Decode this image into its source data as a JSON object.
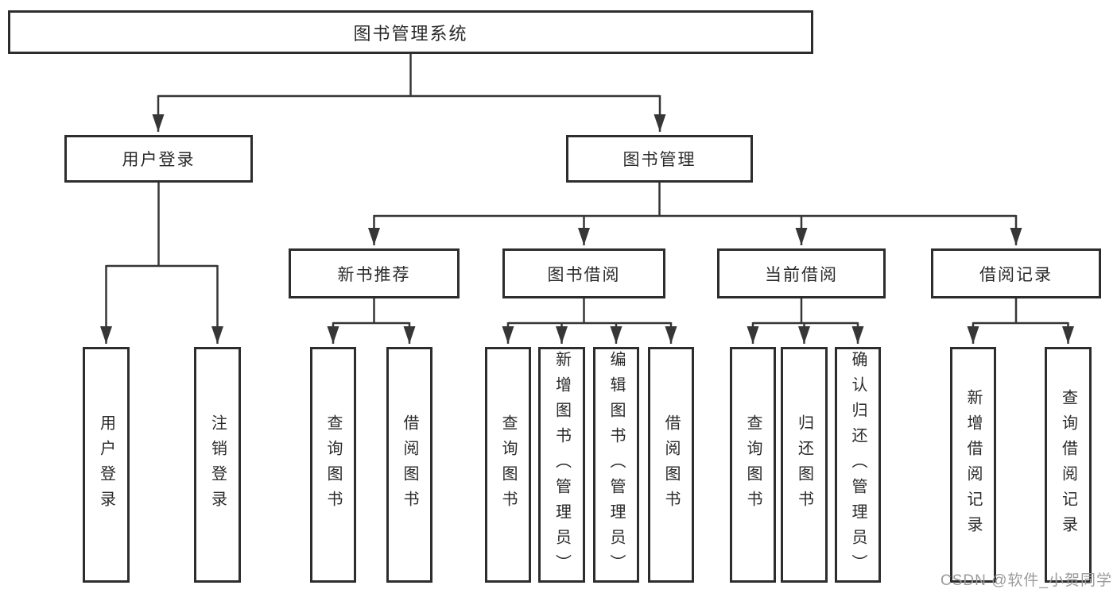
{
  "tree": {
    "root": {
      "label": "图书管理系统"
    },
    "level2": [
      {
        "label": "用户登录"
      },
      {
        "label": "图书管理"
      }
    ],
    "level3": [
      {
        "label": "新书推荐"
      },
      {
        "label": "图书借阅"
      },
      {
        "label": "当前借阅"
      },
      {
        "label": "借阅记录"
      }
    ],
    "leaves": {
      "user_login": [
        "用户登录",
        "注销登录"
      ],
      "new_book_recommend": [
        "查询图书",
        "借阅图书"
      ],
      "book_borrow": [
        "查询图书",
        "新增图书（管理员）",
        "编辑图书（管理员）",
        "借阅图书"
      ],
      "current_borrow": [
        "查询图书",
        "归还图书",
        "确认归还（管理员）"
      ],
      "borrow_record": [
        "新增借阅记录",
        "查询借阅记录"
      ]
    }
  },
  "watermark": "CSDN @软件_小贺同学",
  "colors": {
    "line": "#363636",
    "box_border": "#2d2d2d",
    "box_fill": "#ffffff",
    "text": "#2a2a2a",
    "watermark": "#9b9b9b"
  }
}
